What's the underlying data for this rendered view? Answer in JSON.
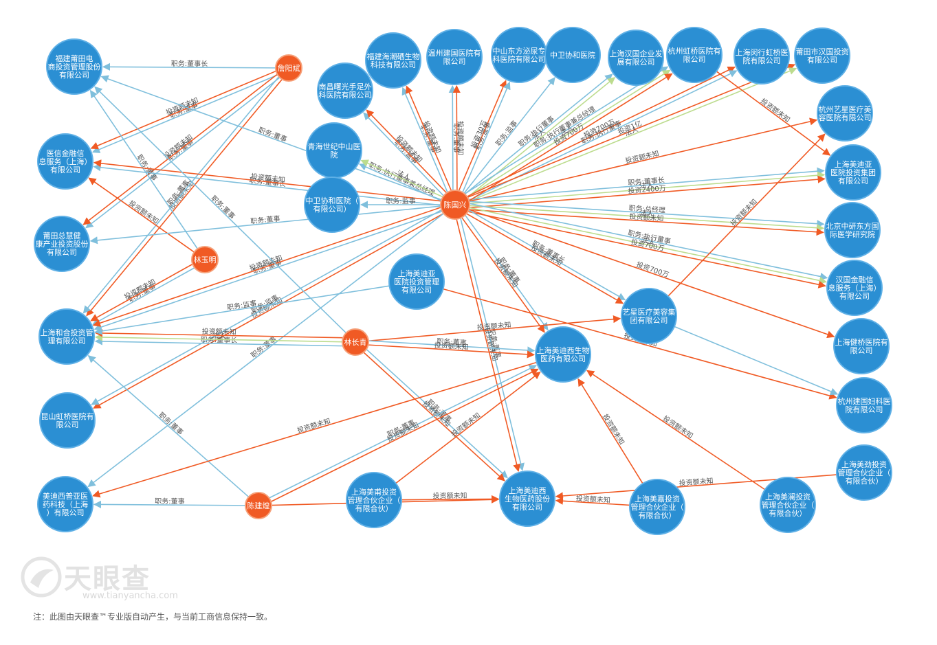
{
  "colors": {
    "company": "#2b8fd3",
    "person": "#f05a24",
    "edge_role": "#7fbfdc",
    "edge_invest": "#f05a24",
    "edge_legal": "#bcdc8e"
  },
  "nodes": [
    {
      "id": "n1",
      "type": "company",
      "lines": [
        "福建莆田电",
        "商投资管理股份",
        "有限公司"
      ]
    },
    {
      "id": "n2",
      "type": "company",
      "lines": [
        "医信金融信",
        "息服务（上海）",
        "有限公司"
      ]
    },
    {
      "id": "n3",
      "type": "company",
      "lines": [
        "莆田总慧健",
        "康产业投资股份",
        "有限公司"
      ]
    },
    {
      "id": "n4",
      "type": "company",
      "lines": [
        "上海和合投资管",
        "理有限公司"
      ]
    },
    {
      "id": "n5",
      "type": "company",
      "lines": [
        "昆山虹桥医院有",
        "限公司"
      ]
    },
    {
      "id": "n6",
      "type": "company",
      "lines": [
        "美迪西普亚医",
        "药科技（上海",
        "）有限公司"
      ]
    },
    {
      "id": "n7",
      "type": "company",
      "lines": [
        "福建海潮硒生物",
        "科技有限公司"
      ]
    },
    {
      "id": "n8",
      "type": "company",
      "lines": [
        "温州建国医院有",
        "限公司"
      ]
    },
    {
      "id": "n9",
      "type": "company",
      "lines": [
        "中山东方泌尿专",
        "科医院有限公司"
      ]
    },
    {
      "id": "n10",
      "type": "company",
      "lines": [
        "中卫协和医院"
      ]
    },
    {
      "id": "n11",
      "type": "company",
      "lines": [
        "上海汉国企业发",
        "展有限公司"
      ]
    },
    {
      "id": "n12",
      "type": "company",
      "lines": [
        "杭州虹桥医院有",
        "限公司"
      ]
    },
    {
      "id": "n13",
      "type": "company",
      "lines": [
        "上海闵行虹桥医",
        "院有限公司"
      ]
    },
    {
      "id": "n14",
      "type": "company",
      "lines": [
        "莆田市汉国投资",
        "有限公司"
      ]
    },
    {
      "id": "n15",
      "type": "company",
      "lines": [
        "南昌曙光手足外",
        "科医院有限公司"
      ]
    },
    {
      "id": "n16",
      "type": "company",
      "lines": [
        "青海世纪中山医",
        "院"
      ]
    },
    {
      "id": "n17",
      "type": "company",
      "lines": [
        "中卫协和医院（",
        "有限公司）"
      ]
    },
    {
      "id": "n18",
      "type": "company",
      "lines": [
        "杭州艺星医疗美",
        "容医院有限公司"
      ]
    },
    {
      "id": "n19",
      "type": "company",
      "lines": [
        "上海美迪亚",
        "医院投资集团",
        "有限公司"
      ]
    },
    {
      "id": "n20",
      "type": "company",
      "lines": [
        "北京中研东方国",
        "际医学研究院"
      ]
    },
    {
      "id": "n21",
      "type": "company",
      "lines": [
        "汉国金融信",
        "息服务（上海）",
        "有限公司"
      ]
    },
    {
      "id": "n22",
      "type": "company",
      "lines": [
        "上海健桥医院有",
        "限公司"
      ]
    },
    {
      "id": "n23",
      "type": "company",
      "lines": [
        "杭州建国妇科医",
        "院有限公司"
      ]
    },
    {
      "id": "n24",
      "type": "company",
      "lines": [
        "上海美迪亚",
        "医院投资管理",
        "有限公司"
      ]
    },
    {
      "id": "n25",
      "type": "company",
      "lines": [
        "艺星医疗美容集",
        "团有限公司"
      ]
    },
    {
      "id": "n26",
      "type": "company",
      "lines": [
        "上海美迪西生物",
        "医药有限公司"
      ]
    },
    {
      "id": "n27",
      "type": "company",
      "lines": [
        "上海美迪西",
        "生物医药股份",
        "有限公司"
      ]
    },
    {
      "id": "n28",
      "type": "company",
      "lines": [
        "上海美甫投资",
        "管理合伙企业（",
        "有限合伙）"
      ]
    },
    {
      "id": "n29",
      "type": "company",
      "lines": [
        "上海美嘉投资",
        "管理合伙企业（",
        "有限合伙）"
      ]
    },
    {
      "id": "n30",
      "type": "company",
      "lines": [
        "上海美澜投资",
        "管理合伙企业（",
        "有限合伙）"
      ]
    },
    {
      "id": "n31",
      "type": "company",
      "lines": [
        "上海美劲投资",
        "管理合伙企业（",
        "有限合伙）"
      ]
    },
    {
      "id": "p1",
      "type": "person",
      "lines": [
        "詹阳斌"
      ]
    },
    {
      "id": "p2",
      "type": "person",
      "lines": [
        "林玉明"
      ]
    },
    {
      "id": "p3",
      "type": "person",
      "lines": [
        "陈国兴"
      ]
    },
    {
      "id": "p4",
      "type": "person",
      "lines": [
        "林长青"
      ]
    },
    {
      "id": "p5",
      "type": "person",
      "lines": [
        "陈建煌"
      ]
    }
  ],
  "edges": [
    {
      "from": "p1",
      "to": "n1",
      "kind": "role",
      "label": "职务:董事长"
    },
    {
      "from": "p1",
      "to": "n2",
      "kind": "role",
      "label": "职务:董事"
    },
    {
      "from": "p1",
      "to": "n2",
      "kind": "invest",
      "label": "投资额未知"
    },
    {
      "from": "p1",
      "to": "n3",
      "kind": "role",
      "label": "职务:董事"
    },
    {
      "from": "p1",
      "to": "n3",
      "kind": "invest",
      "label": "投资额未知"
    },
    {
      "from": "p1",
      "to": "n4",
      "kind": "invest",
      "label": "投资额未知"
    },
    {
      "from": "p1",
      "to": "n4",
      "kind": "role",
      "label": "职务:董事"
    },
    {
      "from": "p2",
      "to": "n1",
      "kind": "role",
      "label": "职务:董事"
    },
    {
      "from": "p2",
      "to": "n2",
      "kind": "invest",
      "label": "投资额未知"
    },
    {
      "from": "p2",
      "to": "n4",
      "kind": "role",
      "label": "职务:董事"
    },
    {
      "from": "p2",
      "to": "n4",
      "kind": "invest",
      "label": "投资额未知"
    },
    {
      "from": "p3",
      "to": "n1",
      "kind": "role",
      "label": "职务:董事"
    },
    {
      "from": "p3",
      "to": "n2",
      "kind": "role",
      "label": "职务:董事长"
    },
    {
      "from": "p3",
      "to": "n2",
      "kind": "invest",
      "label": "投资额未知"
    },
    {
      "from": "p3",
      "to": "n3",
      "kind": "role",
      "label": "职务:董事"
    },
    {
      "from": "p3",
      "to": "n4",
      "kind": "role",
      "label": "职务:董事"
    },
    {
      "from": "p3",
      "to": "n4",
      "kind": "invest",
      "label": "投资额未知"
    },
    {
      "from": "p3",
      "to": "n5",
      "kind": "invest",
      "label": "投资额未知"
    },
    {
      "from": "p3",
      "to": "n5",
      "kind": "role",
      "label": "职务:监事"
    },
    {
      "from": "p3",
      "to": "n6",
      "kind": "role",
      "label": "职务:董事"
    },
    {
      "from": "p3",
      "to": "n7",
      "kind": "role",
      "label": "职务:董事"
    },
    {
      "from": "p3",
      "to": "n7",
      "kind": "invest",
      "label": "投资额未知"
    },
    {
      "from": "p3",
      "to": "n8",
      "kind": "role",
      "label": "职务:董事"
    },
    {
      "from": "p3",
      "to": "n8",
      "kind": "invest",
      "label": "投资额未知"
    },
    {
      "from": "p3",
      "to": "n9",
      "kind": "invest",
      "label": "投资30万"
    },
    {
      "from": "p3",
      "to": "n9",
      "kind": "role",
      "label": "职务:监事"
    },
    {
      "from": "p3",
      "to": "n10",
      "kind": "role",
      "label": "职务:监事"
    },
    {
      "from": "p3",
      "to": "n11",
      "kind": "role",
      "label": "职务:执行董事"
    },
    {
      "from": "p3",
      "to": "n11",
      "kind": "legal",
      "label": "法人"
    },
    {
      "from": "p3",
      "to": "n12",
      "kind": "role",
      "label": "职务:执行董事兼总经理"
    },
    {
      "from": "p3",
      "to": "n12",
      "kind": "legal",
      "label": "法人"
    },
    {
      "from": "p3",
      "to": "n13",
      "kind": "invest",
      "label": "投资700万"
    },
    {
      "from": "p3",
      "to": "n13",
      "kind": "role",
      "label": "职务:执行董事"
    },
    {
      "from": "p3",
      "to": "n14",
      "kind": "invest",
      "label": "投资1亿"
    },
    {
      "from": "p3",
      "to": "n14",
      "kind": "legal",
      "label": "法人"
    },
    {
      "from": "p3",
      "to": "n15",
      "kind": "role",
      "label": "职务:监事"
    },
    {
      "from": "p3",
      "to": "n15",
      "kind": "invest",
      "label": "投资额未知"
    },
    {
      "from": "p3",
      "to": "n16",
      "kind": "role",
      "label": "职务:执行董事兼总经理"
    },
    {
      "from": "p3",
      "to": "n16",
      "kind": "legal",
      "label": "法人"
    },
    {
      "from": "p3",
      "to": "n17",
      "kind": "role",
      "label": "职务:监事"
    },
    {
      "from": "p3",
      "to": "n18",
      "kind": "invest",
      "label": "投资额未知"
    },
    {
      "from": "p3",
      "to": "n19",
      "kind": "role",
      "label": "职务:董事长"
    },
    {
      "from": "p3",
      "to": "n19",
      "kind": "legal",
      "label": "法人"
    },
    {
      "from": "p3",
      "to": "n19",
      "kind": "invest",
      "label": "投资2400万"
    },
    {
      "from": "p3",
      "to": "n20",
      "kind": "role",
      "label": "职务:总经理"
    },
    {
      "from": "p3",
      "to": "n20",
      "kind": "legal",
      "label": "法人"
    },
    {
      "from": "p3",
      "to": "n20",
      "kind": "invest",
      "label": "投资额未知"
    },
    {
      "from": "p3",
      "to": "n21",
      "kind": "role",
      "label": "职务:执行董事"
    },
    {
      "from": "p3",
      "to": "n21",
      "kind": "legal",
      "label": "法人"
    },
    {
      "from": "p3",
      "to": "n21",
      "kind": "invest",
      "label": "投资700万"
    },
    {
      "from": "p3",
      "to": "n22",
      "kind": "invest",
      "label": "投资700万"
    },
    {
      "from": "p3",
      "to": "n25",
      "kind": "role",
      "label": "职务:董事长"
    },
    {
      "from": "p3",
      "to": "n25",
      "kind": "invest",
      "label": "投资额未知"
    },
    {
      "from": "p3",
      "to": "n26",
      "kind": "role",
      "label": "职务:董事"
    },
    {
      "from": "p3",
      "to": "n26",
      "kind": "invest",
      "label": "投资额未知"
    },
    {
      "from": "p3",
      "to": "n27",
      "kind": "role",
      "label": "职务:董事"
    },
    {
      "from": "p3",
      "to": "n27",
      "kind": "invest",
      "label": "投资额未知"
    },
    {
      "from": "p4",
      "to": "n4",
      "kind": "role",
      "label": "职务:董事长"
    },
    {
      "from": "p4",
      "to": "n4",
      "kind": "legal",
      "label": "法人"
    },
    {
      "from": "p4",
      "to": "n4",
      "kind": "invest",
      "label": "投资额未知"
    },
    {
      "from": "p4",
      "to": "n25",
      "kind": "invest",
      "label": "投资额未知"
    },
    {
      "from": "p4",
      "to": "n26",
      "kind": "role",
      "label": "职务:董事"
    },
    {
      "from": "p4",
      "to": "n26",
      "kind": "invest",
      "label": "投资额未知"
    },
    {
      "from": "p4",
      "to": "n27",
      "kind": "role",
      "label": "职务:董事"
    },
    {
      "from": "p4",
      "to": "n27",
      "kind": "invest",
      "label": "投资额未知"
    },
    {
      "from": "p4",
      "to": "n1",
      "kind": "role",
      "label": "职务:董事"
    },
    {
      "from": "p5",
      "to": "n6",
      "kind": "role",
      "label": "职务:董事"
    },
    {
      "from": "p5",
      "to": "n26",
      "kind": "role",
      "label": "职务:董事"
    },
    {
      "from": "p5",
      "to": "n26",
      "kind": "invest",
      "label": "投资额未知"
    },
    {
      "from": "p5",
      "to": "n27",
      "kind": "invest",
      "label": "投资额未知"
    },
    {
      "from": "p5",
      "to": "n4",
      "kind": "role",
      "label": "职务:董事"
    },
    {
      "from": "n24",
      "to": "n23",
      "kind": "invest",
      "label": "投资额未知"
    },
    {
      "from": "n24",
      "to": "n4",
      "kind": "role",
      "label": "职务:监事"
    },
    {
      "from": "n25",
      "to": "n18",
      "kind": "invest",
      "label": "投资额未知"
    },
    {
      "from": "n25",
      "to": "n23",
      "kind": "role",
      "label": ""
    },
    {
      "from": "n28",
      "to": "n26",
      "kind": "invest",
      "label": "投资额未知"
    },
    {
      "from": "n28",
      "to": "n27",
      "kind": "invest",
      "label": "投资额未知"
    },
    {
      "from": "n29",
      "to": "n26",
      "kind": "invest",
      "label": "投资额未知"
    },
    {
      "from": "n29",
      "to": "n27",
      "kind": "invest",
      "label": "投资额未知"
    },
    {
      "from": "n30",
      "to": "n26",
      "kind": "invest",
      "label": "投资额未知"
    },
    {
      "from": "n31",
      "to": "n27",
      "kind": "invest",
      "label": "投资额未知"
    },
    {
      "from": "n26",
      "to": "n6",
      "kind": "invest",
      "label": "投资额未知"
    },
    {
      "from": "n12",
      "to": "n19",
      "kind": "invest",
      "label": "投资额未知"
    },
    {
      "from": "p3",
      "to": "n12",
      "kind": "invest",
      "label": "投资700万"
    }
  ],
  "watermark": {
    "brand": "天眼查",
    "url": "www.tianyancha.com"
  },
  "footnote": "注：此图由天眼查™专业版自动产生，与当前工商信息保持一致。"
}
